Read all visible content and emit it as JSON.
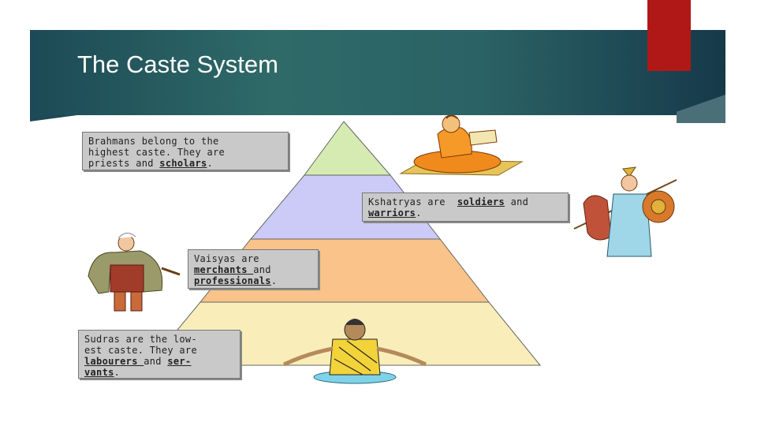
{
  "slide": {
    "title": "The Caste System"
  },
  "pyramid": {
    "tiers": [
      {
        "name": "brahmans",
        "color": "#d5ebb2"
      },
      {
        "name": "kshatryas",
        "color": "#cccaf7"
      },
      {
        "name": "vaisyas",
        "color": "#f9c38a"
      },
      {
        "name": "sudras",
        "color": "#f9eeb9"
      }
    ]
  },
  "labels": {
    "brahmans": {
      "line1": "Brahmans belong to the",
      "line2": "highest caste. They are",
      "line3a": "priests and ",
      "line3b": "scholars",
      "line3c": "."
    },
    "kshatryas": {
      "line1a": "Kshatryas are  ",
      "line1b": "soldiers",
      "line1c": " and",
      "line2a": "warriors",
      "line2b": "."
    },
    "vaisyas": {
      "line1": "Vaisyas are",
      "line2a": "merchants ",
      "line2b": "and",
      "line3a": "professionals",
      "line3b": "."
    },
    "sudras": {
      "line1": "Sudras are the low-",
      "line2": "est caste. They are",
      "line3a": "labourers ",
      "line3b": "and ",
      "line3c": "ser-",
      "line4a": "vants",
      "line4b": "."
    }
  },
  "colors": {
    "banner": "#2b6265",
    "accent": "#b01818",
    "label_bg": "#c9c9c9"
  }
}
